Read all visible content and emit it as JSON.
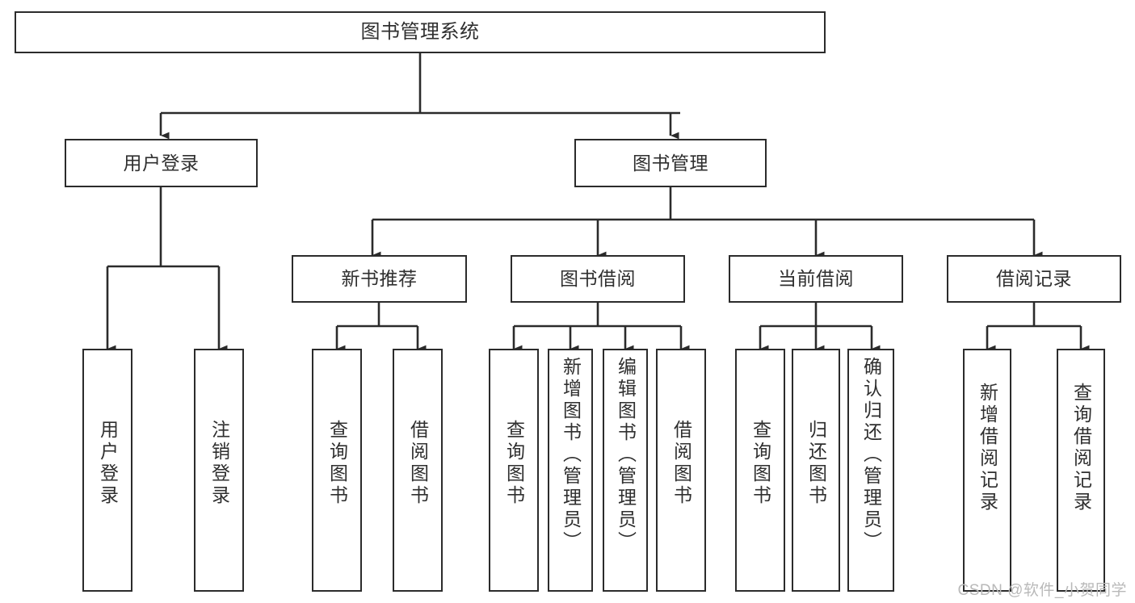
{
  "diagram": {
    "type": "tree",
    "title": "图书管理系统",
    "root": {
      "label": "图书管理系统"
    },
    "level2": [
      {
        "label": "用户登录"
      },
      {
        "label": "图书管理"
      }
    ],
    "level3": [
      {
        "label": "新书推荐"
      },
      {
        "label": "图书借阅"
      },
      {
        "label": "当前借阅"
      },
      {
        "label": "借阅记录"
      }
    ],
    "leaves": {
      "user_login": [
        {
          "label": "用户登录"
        },
        {
          "label": "注销登录"
        }
      ],
      "new_book": [
        {
          "label": "查询图书"
        },
        {
          "label": "借阅图书"
        }
      ],
      "borrow_book": [
        {
          "label": "查询图书"
        },
        {
          "label": "新增图书（管理员）"
        },
        {
          "label": "编辑图书（管理员）"
        },
        {
          "label": "借阅图书"
        }
      ],
      "current_borrow": [
        {
          "label": "查询图书"
        },
        {
          "label": "归还图书"
        },
        {
          "label": "确认归还（管理员）"
        }
      ],
      "borrow_record": [
        {
          "label": "新增借阅记录"
        },
        {
          "label": "查询借阅记录"
        }
      ]
    }
  },
  "watermark": {
    "text": "CSDN @软件_小贺同学"
  },
  "colors": {
    "stroke": "#2b2b2b",
    "text": "#2f2f2f",
    "background": "#ffffff",
    "watermark": "#b9b9b9"
  }
}
